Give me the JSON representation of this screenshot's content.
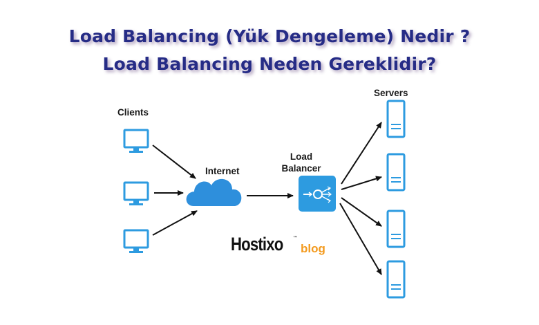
{
  "title": {
    "line1": "Load Balancing (Yük Dengeleme) Nedir ?",
    "line2": "Load Balancing Neden Gereklidir?"
  },
  "labels": {
    "clients": "Clients",
    "internet": "Internet",
    "load_balancer_line1": "Load",
    "load_balancer_line2": "Balancer",
    "servers": "Servers"
  },
  "logo": {
    "name": "Hostixo",
    "tm": "™",
    "suffix": "blog"
  },
  "colors": {
    "title": "#262c86",
    "icon_blue": "#2d9be0",
    "cloud_blue": "#2e8fdc",
    "arrow": "#111111",
    "blog_orange": "#f39a1e"
  },
  "icons": {
    "client": "monitor-icon",
    "internet": "cloud-icon",
    "load_balancer": "load-balancer-icon",
    "server": "server-icon"
  }
}
